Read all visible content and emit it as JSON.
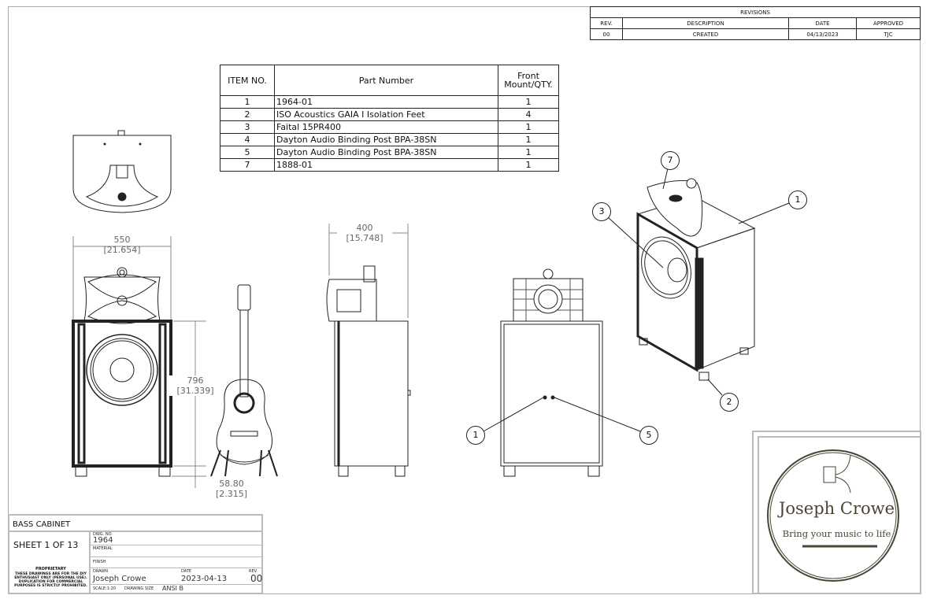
{
  "revisions": {
    "title": "REVISIONS",
    "headers": [
      "REV.",
      "DESCRIPTION",
      "DATE",
      "APPROVED"
    ],
    "rows": [
      [
        "00",
        "CREATED",
        "04/13/2023",
        "TJC"
      ]
    ]
  },
  "bom": {
    "headers": {
      "item": "ITEM NO.",
      "part": "Part Number",
      "qty_line1": "Front",
      "qty_line2": "Mount/QTY."
    },
    "rows": [
      {
        "item": "1",
        "part": "1964-01",
        "qty": "1"
      },
      {
        "item": "2",
        "part": "ISO Acoustics GAIA I Isolation Feet",
        "qty": "4"
      },
      {
        "item": "3",
        "part": "Faital 15PR400",
        "qty": "1"
      },
      {
        "item": "4",
        "part": "Dayton Audio Binding Post BPA-38SN",
        "qty": "1"
      },
      {
        "item": "5",
        "part": "Dayton Audio Binding Post BPA-38SN",
        "qty": "1"
      },
      {
        "item": "7",
        "part": "1888-01",
        "qty": "1"
      }
    ]
  },
  "dimensions": {
    "width": {
      "mm": "550",
      "in": "[21.654]"
    },
    "depth": {
      "mm": "400",
      "in": "[15.748]"
    },
    "height": {
      "mm": "796",
      "in": "[31.339]"
    },
    "feet": {
      "mm": "58.80",
      "in": "[2.315]"
    }
  },
  "balloons": {
    "front_left": "1",
    "front_right": "5",
    "iso_top": "7",
    "iso_driver": "3",
    "iso_cabinet": "1",
    "iso_feet": "2"
  },
  "title_block": {
    "title": "BASS CABINET",
    "sheet": "SHEET 1 OF 13",
    "dwg_no_label": "DWG. NO.",
    "dwg_no": "1964",
    "material_label": "MATERIAL",
    "finish_label": "FINISH",
    "proprietary_title": "PROPRIETARY",
    "proprietary_text": "THESE DRAWINGS ARE FOR THE DIY ENTHUSIAST ONLY (PERSONAL USE). DUPLICATION FOR COMMERCIAL PURPOSES IS STRICTLY PROHIBITED.",
    "drawn_label": "DRAWN",
    "drawn_by": "Joseph Crowe",
    "date_label": "DATE",
    "date": "2023-04-13",
    "rev_label": "REV.",
    "rev": "00",
    "scale": "SCALE:1:20",
    "size_label": "DRAWING SIZE",
    "size": "ANSI B"
  },
  "logo": {
    "name": "Joseph Crowe",
    "tagline": "Bring your music to life",
    "color": "#4a4435"
  }
}
